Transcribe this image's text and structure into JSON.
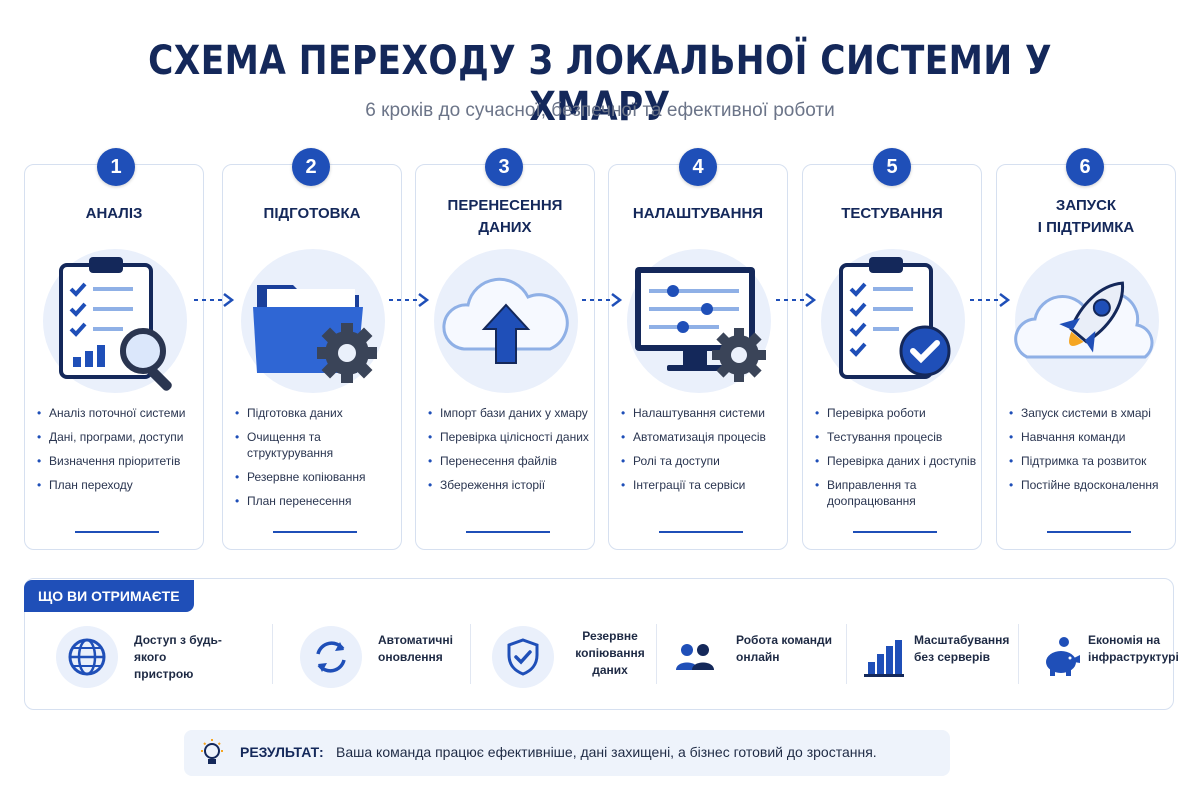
{
  "title": "СХЕМА ПЕРЕХОДУ З ЛОКАЛЬНОЇ СИСТЕМИ У ХМАРУ",
  "subtitle": "6 кроків до сучасної, безпечної та ефективної роботи",
  "colors": {
    "accent": "#1f4fb8",
    "dark": "#14285a",
    "light": "#eaf0fb"
  },
  "steps": [
    {
      "number": "1",
      "title_lines": [
        "АНАЛІЗ"
      ],
      "icon": "clipboard-magnifier-icon",
      "items": [
        "Аналіз поточної системи",
        "Дані, програми, доступи",
        "Визначення пріоритетів",
        "План переходу"
      ]
    },
    {
      "number": "2",
      "title_lines": [
        "ПІДГОТОВКА"
      ],
      "icon": "folder-gear-icon",
      "items": [
        "Підготовка даних",
        "Очищення та структурування",
        "Резервне копіювання",
        "План перенесення"
      ]
    },
    {
      "number": "3",
      "title_lines": [
        "ПЕРЕНЕСЕННЯ",
        "ДАНИХ"
      ],
      "icon": "cloud-upload-icon",
      "items": [
        "Імпорт бази даних у хмару",
        "Перевірка цілісності даних",
        "Перенесення файлів",
        "Збереження історії"
      ]
    },
    {
      "number": "4",
      "title_lines": [
        "НАЛАШТУВАННЯ"
      ],
      "icon": "monitor-sliders-gear-icon",
      "items": [
        "Налаштування системи",
        "Автоматизація процесів",
        "Ролі та доступи",
        "Інтеграції та сервіси"
      ]
    },
    {
      "number": "5",
      "title_lines": [
        "ТЕСТУВАННЯ"
      ],
      "icon": "clipboard-check-icon",
      "items": [
        "Перевірка роботи",
        "Тестування процесів",
        "Перевірка даних і доступів",
        "Виправлення та доопрацювання"
      ]
    },
    {
      "number": "6",
      "title_lines": [
        "ЗАПУСК",
        "І ПІДТРИМКА"
      ],
      "icon": "rocket-cloud-icon",
      "items": [
        "Запуск системи в хмарі",
        "Навчання команди",
        "Підтримка та розвиток",
        "Постійне вдосконалення"
      ]
    }
  ],
  "gets": {
    "label": "ЩО ВИ ОТРИМАЄТЕ",
    "benefits": [
      {
        "icon": "globe-icon",
        "lines": [
          "Доступ з будь-якого",
          "пристрою"
        ]
      },
      {
        "icon": "refresh-icon",
        "lines": [
          "Автоматичні",
          "оновлення"
        ]
      },
      {
        "icon": "shield-check-icon",
        "lines": [
          "Резервне",
          "копіювання",
          "даних"
        ]
      },
      {
        "icon": "team-icon",
        "lines": [
          "Робота команди",
          "онлайн"
        ]
      },
      {
        "icon": "bar-chart-icon",
        "lines": [
          "Масштабування",
          "без серверів"
        ]
      },
      {
        "icon": "piggy-bank-icon",
        "lines": [
          "Економія на",
          "інфраструктурі"
        ]
      }
    ]
  },
  "result": {
    "label": "РЕЗУЛЬТАТ:",
    "text": "Ваша команда працює ефективніше, дані захищені, а бізнес готовий до зростання."
  }
}
